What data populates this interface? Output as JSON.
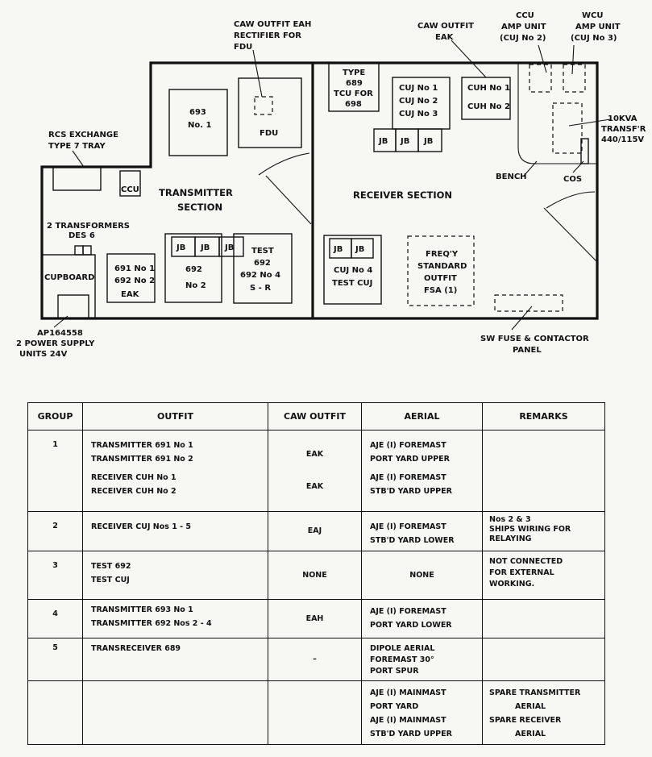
{
  "plan": {
    "labels": {
      "caw_eah": [
        "CAW OUTFIT EAH",
        "RECTIFIER FOR",
        "FDU"
      ],
      "fdu": "FDU",
      "type689": [
        "TYPE",
        "689",
        "TCU FOR",
        "698"
      ],
      "caw_eak": [
        "CAW OUTFIT",
        "EAK"
      ],
      "ccu_amp": [
        "CCU",
        "AMP UNIT",
        "(CUJ No 2)"
      ],
      "wcu_amp": [
        "WCU",
        "AMP UNIT",
        "(CUJ No 3)"
      ],
      "transf": [
        "10KVA",
        "TRANSF'R",
        "440/115V"
      ],
      "cuj_list": [
        "CUJ No 1",
        "CUJ No 2",
        "CUJ No 3"
      ],
      "cuh": [
        "CUH No 1",
        "CUH No 2"
      ],
      "jb": "JB",
      "t693": [
        "693",
        "No. 1"
      ],
      "rcs": [
        "RCS EXCHANGE",
        "TYPE 7 TRAY"
      ],
      "ccu": "CCU",
      "transmitter_section": [
        "TRANSMITTER",
        "SECTION"
      ],
      "receiver_section": "RECEIVER SECTION",
      "bench": "BENCH",
      "cos": "COS",
      "transformers": [
        "2 TRANSFORMERS",
        "DES 6"
      ],
      "cupboard": "CUPBOARD",
      "t691": [
        "691 No 1",
        "692 No 2",
        "EAK"
      ],
      "t692": [
        "692",
        "No 2"
      ],
      "test692": [
        "TEST",
        "692",
        "692 No 4",
        "S - R"
      ],
      "cuj4": [
        "CUJ No 4",
        "TEST CUJ"
      ],
      "freq": [
        "FREQ'Y",
        "STANDARD",
        "OUTFIT",
        "FSA (1)"
      ],
      "ap": [
        "AP164558",
        "2 POWER SUPPLY",
        "UNITS 24V"
      ],
      "swfuse": [
        "SW FUSE & CONTACTOR",
        "PANEL"
      ]
    }
  },
  "table": {
    "headers": [
      "GROUP",
      "OUTFIT",
      "CAW OUTFIT",
      "AERIAL",
      "REMARKS"
    ],
    "rows": [
      {
        "group": "1",
        "outfit": [
          "TRANSMITTER 691 No 1",
          "TRANSMITTER 691 No 2",
          "RECEIVER CUH No 1",
          "RECEIVER CUH No 2"
        ],
        "caw": [
          "EAK",
          "EAK"
        ],
        "aerial": [
          "AJE (I) FOREMAST",
          "PORT YARD UPPER",
          "AJE (I) FOREMAST",
          "STB'D YARD UPPER"
        ],
        "remarks": []
      },
      {
        "group": "2",
        "outfit": [
          "RECEIVER CUJ Nos 1 - 5"
        ],
        "caw": [
          "EAJ"
        ],
        "aerial": [
          "AJE (I) FOREMAST",
          "STB'D YARD LOWER"
        ],
        "remarks": [
          "Nos 2 & 3",
          "SHIPS WIRING FOR",
          "RELAYING"
        ]
      },
      {
        "group": "3",
        "outfit": [
          "TEST 692",
          "TEST CUJ"
        ],
        "caw": [
          "NONE"
        ],
        "aerial": [
          "NONE"
        ],
        "remarks": [
          "NOT CONNECTED",
          "FOR EXTERNAL",
          "WORKING."
        ]
      },
      {
        "group": "4",
        "outfit": [
          "TRANSMITTER 693 No 1",
          "TRANSMITTER 692 Nos 2 - 4"
        ],
        "caw": [
          "EAH"
        ],
        "aerial": [
          "AJE (I) FOREMAST",
          "PORT YARD LOWER"
        ],
        "remarks": []
      },
      {
        "group": "5",
        "outfit": [
          "TRANSRECEIVER 689"
        ],
        "caw": [
          "–"
        ],
        "aerial": [
          "DIPOLE AERIAL",
          "FOREMAST 30°",
          "PORT SPUR"
        ],
        "remarks": []
      },
      {
        "group": "",
        "outfit": [],
        "caw": [],
        "aerial": [
          "AJE (I) MAINMAST",
          "PORT YARD",
          "AJE (I) MAINMAST",
          "STB'D YARD UPPER"
        ],
        "remarks": [
          "SPARE TRANSMITTER",
          "AERIAL",
          "SPARE RECEIVER",
          "AERIAL"
        ]
      }
    ]
  }
}
